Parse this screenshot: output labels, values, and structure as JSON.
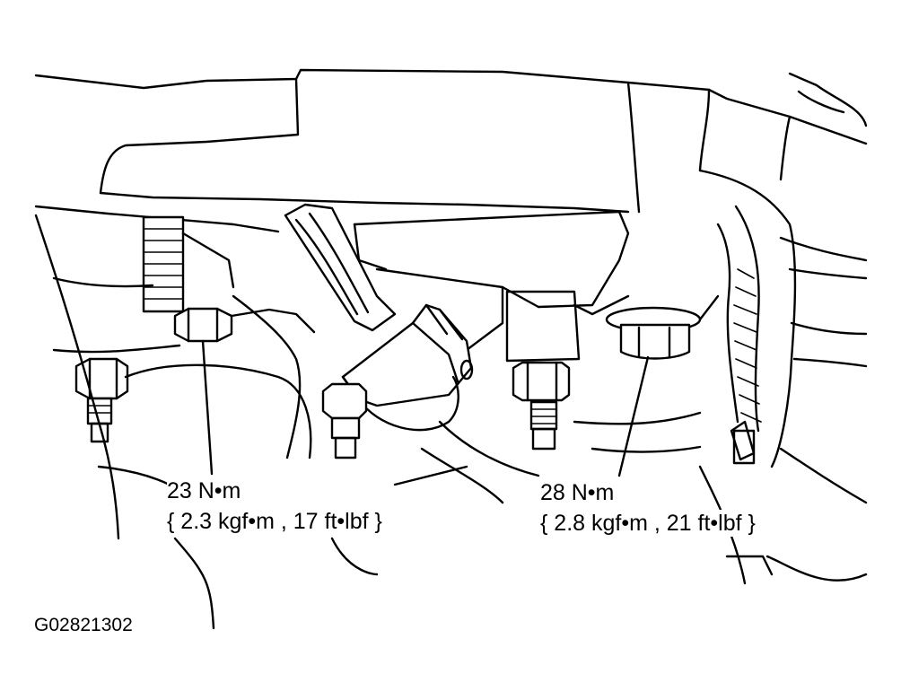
{
  "callouts": {
    "left": {
      "torque_nm": "23 N•m",
      "torque_alt": "{ 2.3 kgf•m , 17 ft•lbf }"
    },
    "right": {
      "torque_nm": "28 N•m",
      "torque_alt": "{ 2.8 kgf•m , 21 ft•lbf }"
    }
  },
  "figure_id": "G02821302",
  "colors": {
    "ink": "#000000",
    "paper": "#ffffff"
  }
}
